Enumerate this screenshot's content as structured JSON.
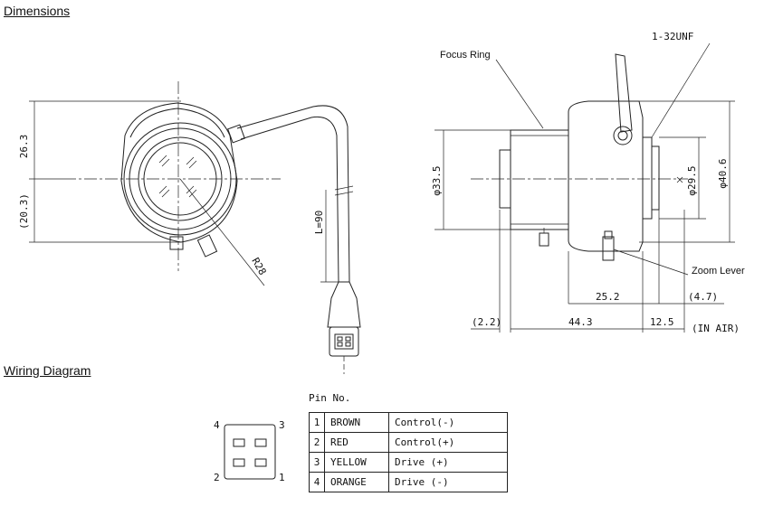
{
  "sections": {
    "dimensions_title": "Dimensions",
    "wiring_title": "Wiring Diagram"
  },
  "front_view": {
    "dim_top": "26.3",
    "dim_bottom": "(20.3)",
    "radius": "R28",
    "cable_length": "L=90"
  },
  "side_view": {
    "focus_ring_label": "Focus Ring",
    "thread_label": "1-32UNF",
    "dia_body": "φ33.5",
    "dia_inner": "φ29.5",
    "dia_outer": "φ40.6",
    "zoom_lever_label": "Zoom Lever",
    "dim_25_2": "25.2",
    "dim_4_7": "(4.7)",
    "dim_2_2": "(2.2)",
    "dim_44_3": "44.3",
    "dim_12_5": "12.5",
    "in_air": "(IN AIR)"
  },
  "wiring": {
    "pin_header": "Pin No.",
    "pin_labels": {
      "p1": "1",
      "p2": "2",
      "p3": "3",
      "p4": "4"
    },
    "rows": [
      {
        "pin": "1",
        "color": "BROWN",
        "function": "Control(-)"
      },
      {
        "pin": "2",
        "color": "RED",
        "function": "Control(+)"
      },
      {
        "pin": "3",
        "color": "YELLOW",
        "function": "Drive  (+)"
      },
      {
        "pin": "4",
        "color": "ORANGE",
        "function": "Drive  (-)"
      }
    ]
  }
}
